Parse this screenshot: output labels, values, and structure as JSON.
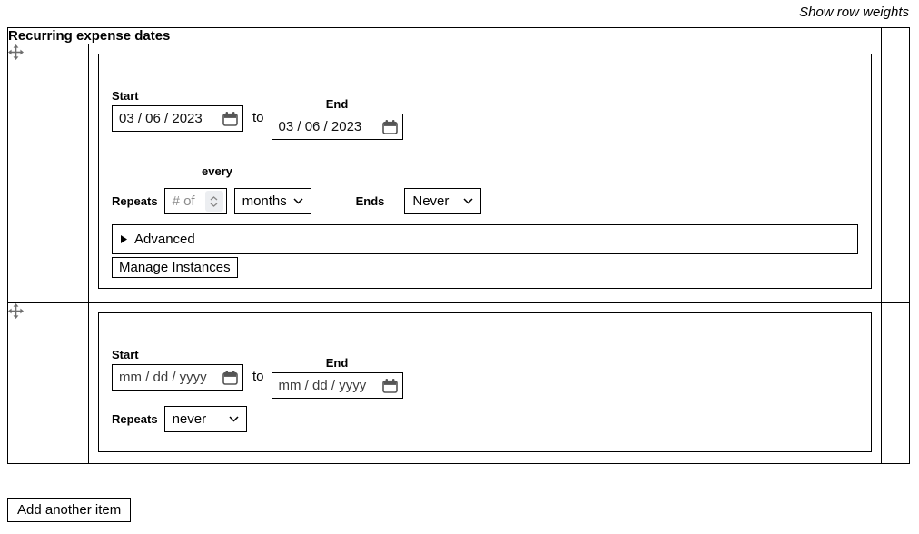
{
  "colors": {
    "border": "#000000",
    "drag_handle": "#6e6e6e",
    "calendar_icon": "#555555",
    "placeholder": "#8b8b8b",
    "spinner_background": "#eceef1"
  },
  "header": {
    "show_row_weights": "Show row weights",
    "table_title": "Recurring expense dates"
  },
  "rows": [
    {
      "start": {
        "label": "Start",
        "value": "03 / 06 / 2023"
      },
      "to": "to",
      "end": {
        "label": "End",
        "value": "03 / 06 / 2023"
      },
      "every_label": "every",
      "repeats_label": "Repeats",
      "interval": {
        "placeholder": "# of"
      },
      "period_select": {
        "value": "months"
      },
      "ends_label": "Ends",
      "ends_select": {
        "value": "Never"
      },
      "advanced": {
        "label": "Advanced"
      },
      "manage_instances": "Manage Instances"
    },
    {
      "start": {
        "label": "Start",
        "value": "mm / dd / yyyy"
      },
      "to": "to",
      "end": {
        "label": "End",
        "value": "mm / dd / yyyy"
      },
      "repeats_label": "Repeats",
      "repeats_select": {
        "value": "never"
      }
    }
  ],
  "footer": {
    "add_another_item": "Add another item"
  },
  "icons": {
    "drag_handle": "move-cross",
    "date_field": "calendar",
    "number_field": "up-down-spinner",
    "select_field": "chevron-down",
    "details_collapsed": "triangle-right"
  }
}
